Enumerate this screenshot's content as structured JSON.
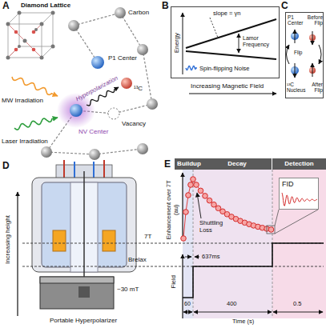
{
  "diagram": {
    "nodes": [
      {
        "text": [
          "Energy",
          "slope = γn",
          "Lamor Frequency",
          "Spin-flipping Noise"
        ]
      },
      {
        "text": [
          "P1 Center",
          "Before Flip",
          "Flip",
          "¹³C Nucleus",
          "After Flip"
        ]
      },
      {
        "text": [
          "Buildup"
        ]
      },
      {
        "text": [
          "Decay"
        ]
      },
      {
        "text": [
          "Detection"
        ]
      },
      {
        "text": [
          "FID"
        ]
      }
    ],
    "labels": [
      "A",
      "Diamond Lattice",
      "Carbon",
      "P1 Center",
      "¹³C",
      "Hyperpolarization",
      "MW Irradiation",
      "NV Center",
      "Vacancy",
      "Laser Irradiation",
      "B",
      "Increasing Magnetic Field",
      "C",
      "D",
      "Increasing height",
      "7T",
      "Brelax",
      "~30 mT",
      "Portable Hyperpolarizer",
      "E",
      "Enhancement over 7T",
      "(au)",
      "Shuttling Loss",
      "637ms",
      "Field",
      "60",
      "400",
      "0.5",
      "Time (s)"
    ]
  }
}
